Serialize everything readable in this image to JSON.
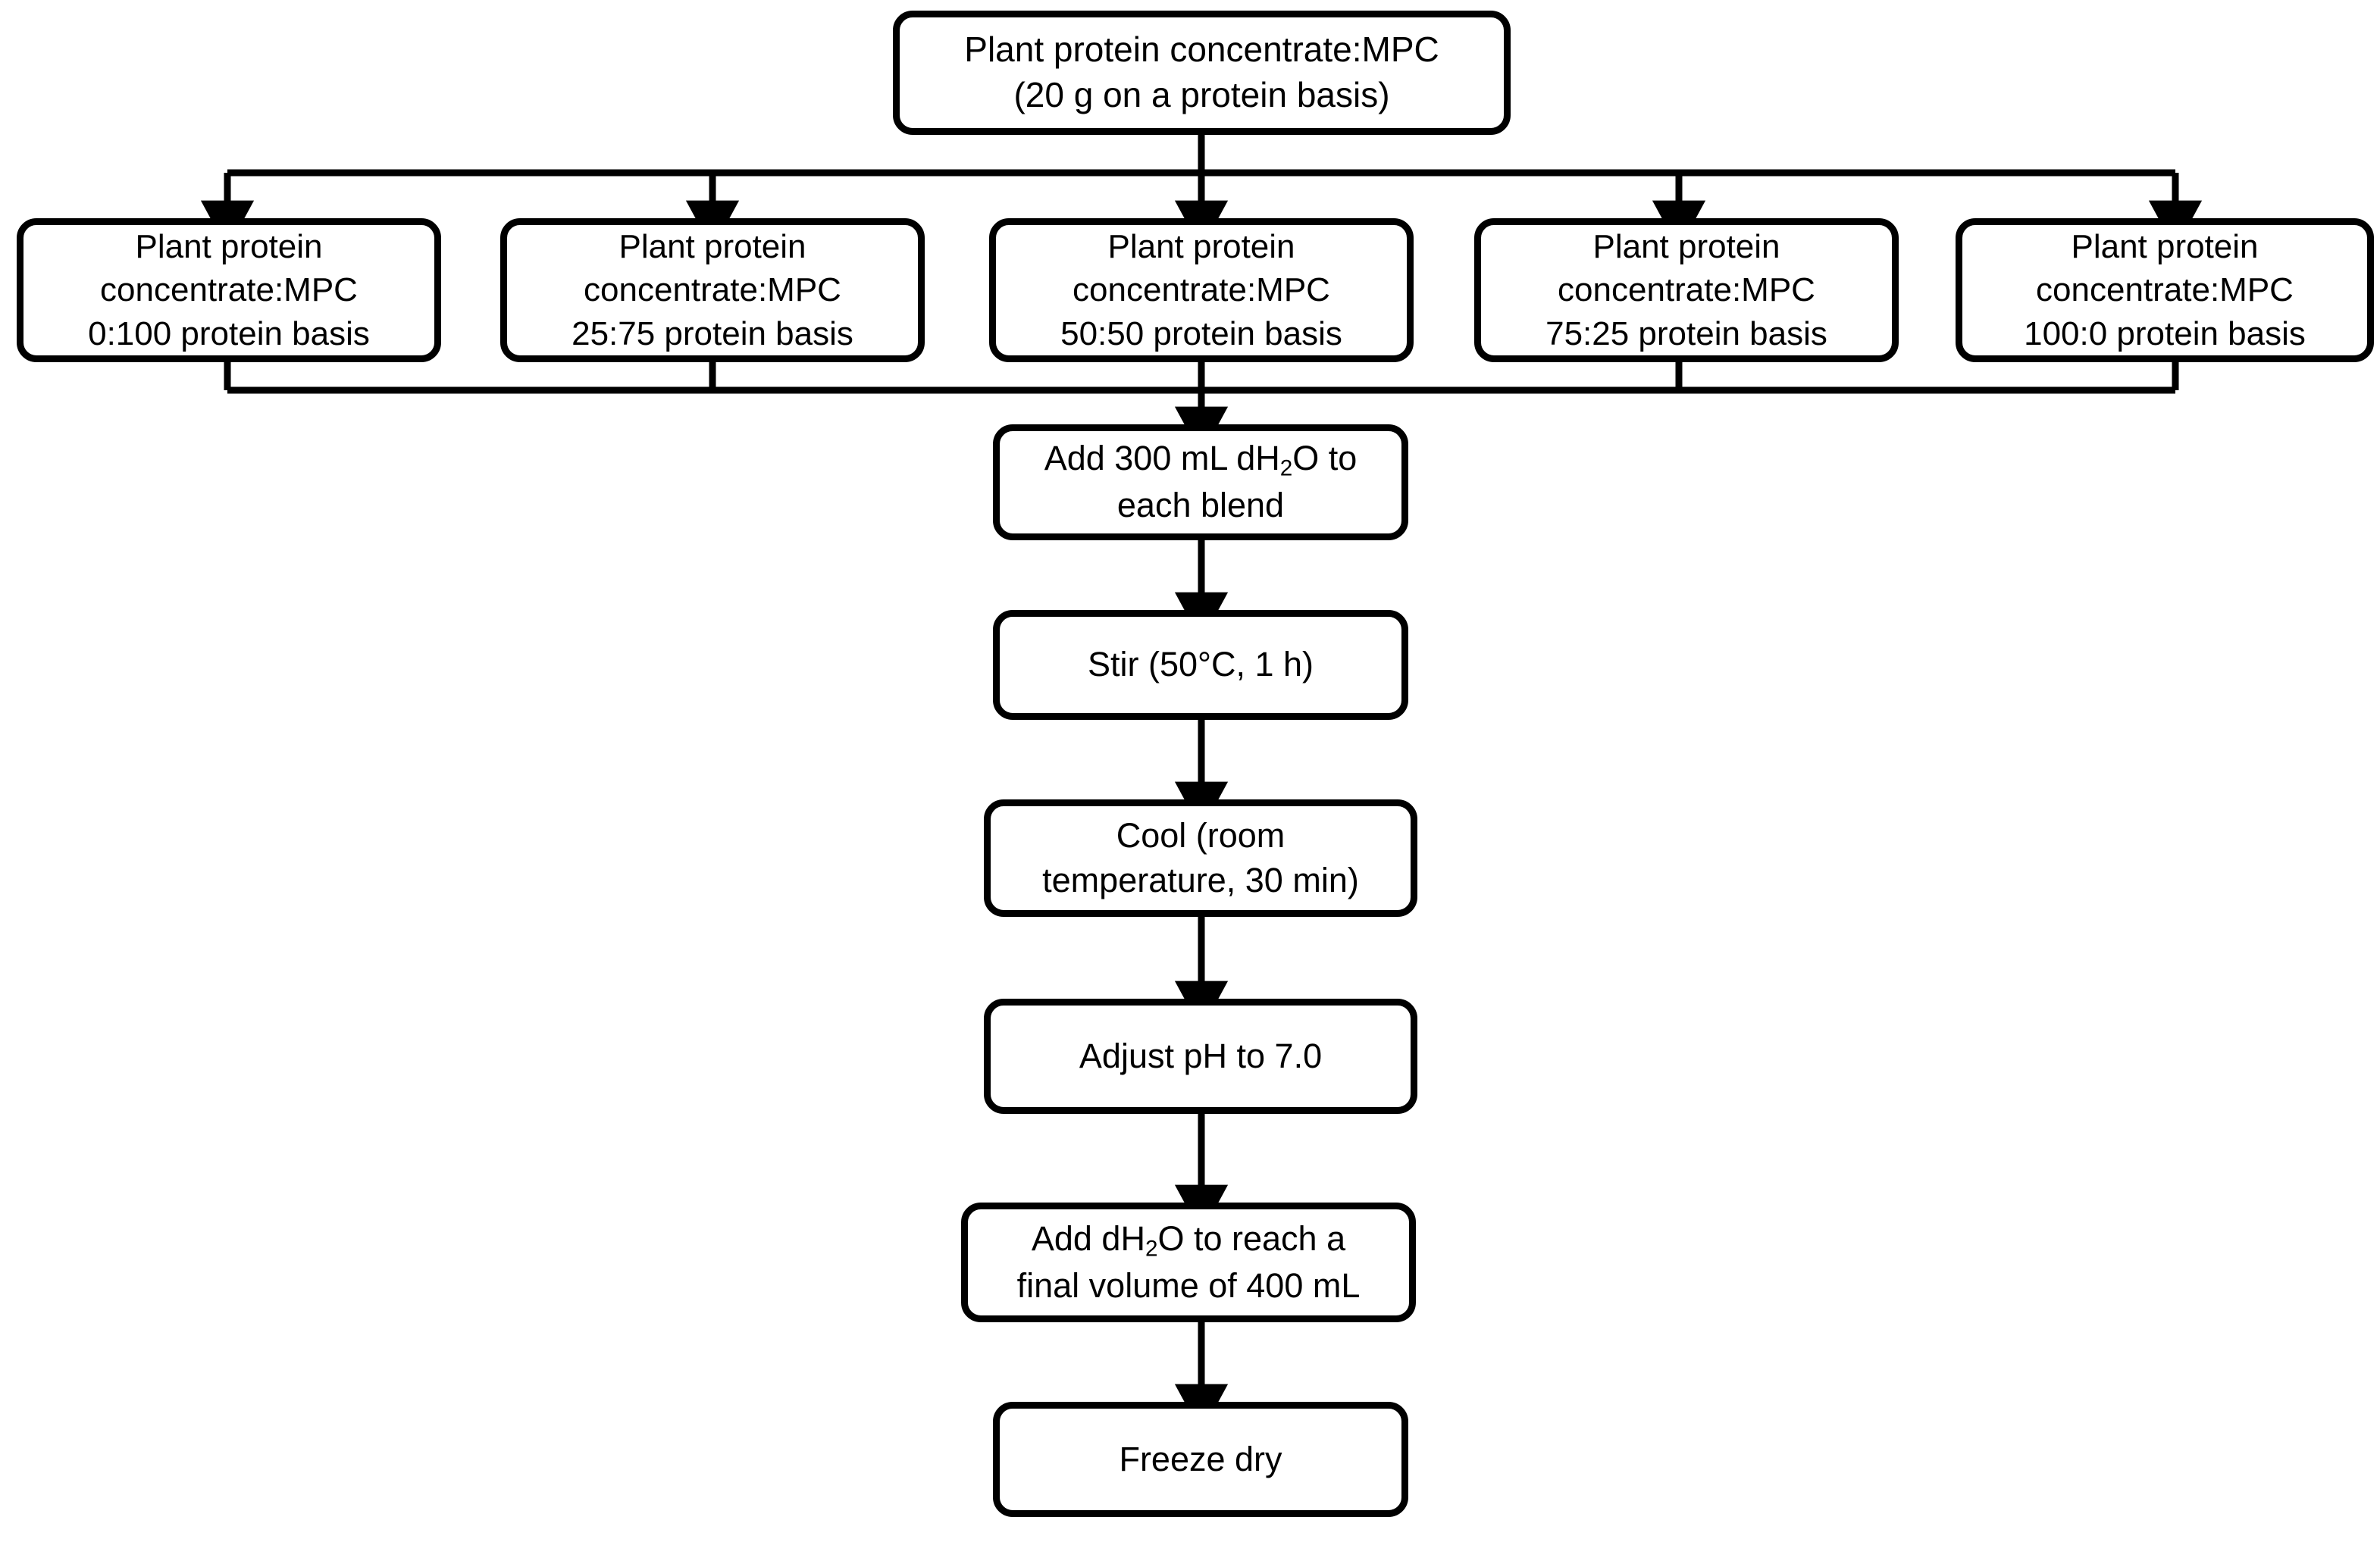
{
  "diagram": {
    "title_node": {
      "label": "Plant protein concentrate:MPC\n(20 g on a protein basis)"
    },
    "branches": [
      {
        "label": "Plant protein\nconcentrate:MPC\n0:100 protein basis",
        "ratio": "0:100"
      },
      {
        "label": "Plant protein\nconcentrate:MPC\n25:75 protein basis",
        "ratio": "25:75"
      },
      {
        "label": "Plant protein\nconcentrate:MPC\n50:50 protein basis",
        "ratio": "50:50"
      },
      {
        "label": "Plant protein\nconcentrate:MPC\n75:25 protein basis",
        "ratio": "75:25"
      },
      {
        "label": "Plant protein\nconcentrate:MPC\n100:0 protein basis",
        "ratio": "100:0"
      }
    ],
    "steps": [
      {
        "id": "add-water",
        "line1": "Add 300 mL dH",
        "sub": "2",
        "line2": "O to",
        "line3": "each blend"
      },
      {
        "id": "stir",
        "label": "Stir (50°C, 1 h)"
      },
      {
        "id": "cool",
        "label": "Cool (room\ntemperature, 30 min)"
      },
      {
        "id": "adjust-ph",
        "label": "Adjust pH to 7.0"
      },
      {
        "id": "final-volume",
        "line1": "Add dH",
        "sub": "2",
        "line2": "O to reach a",
        "line3": "final volume of 400 mL"
      },
      {
        "id": "freeze-dry",
        "label": "Freeze dry"
      }
    ],
    "colors": {
      "stroke": "#000000",
      "fill": "#ffffff",
      "text": "#000000"
    }
  }
}
